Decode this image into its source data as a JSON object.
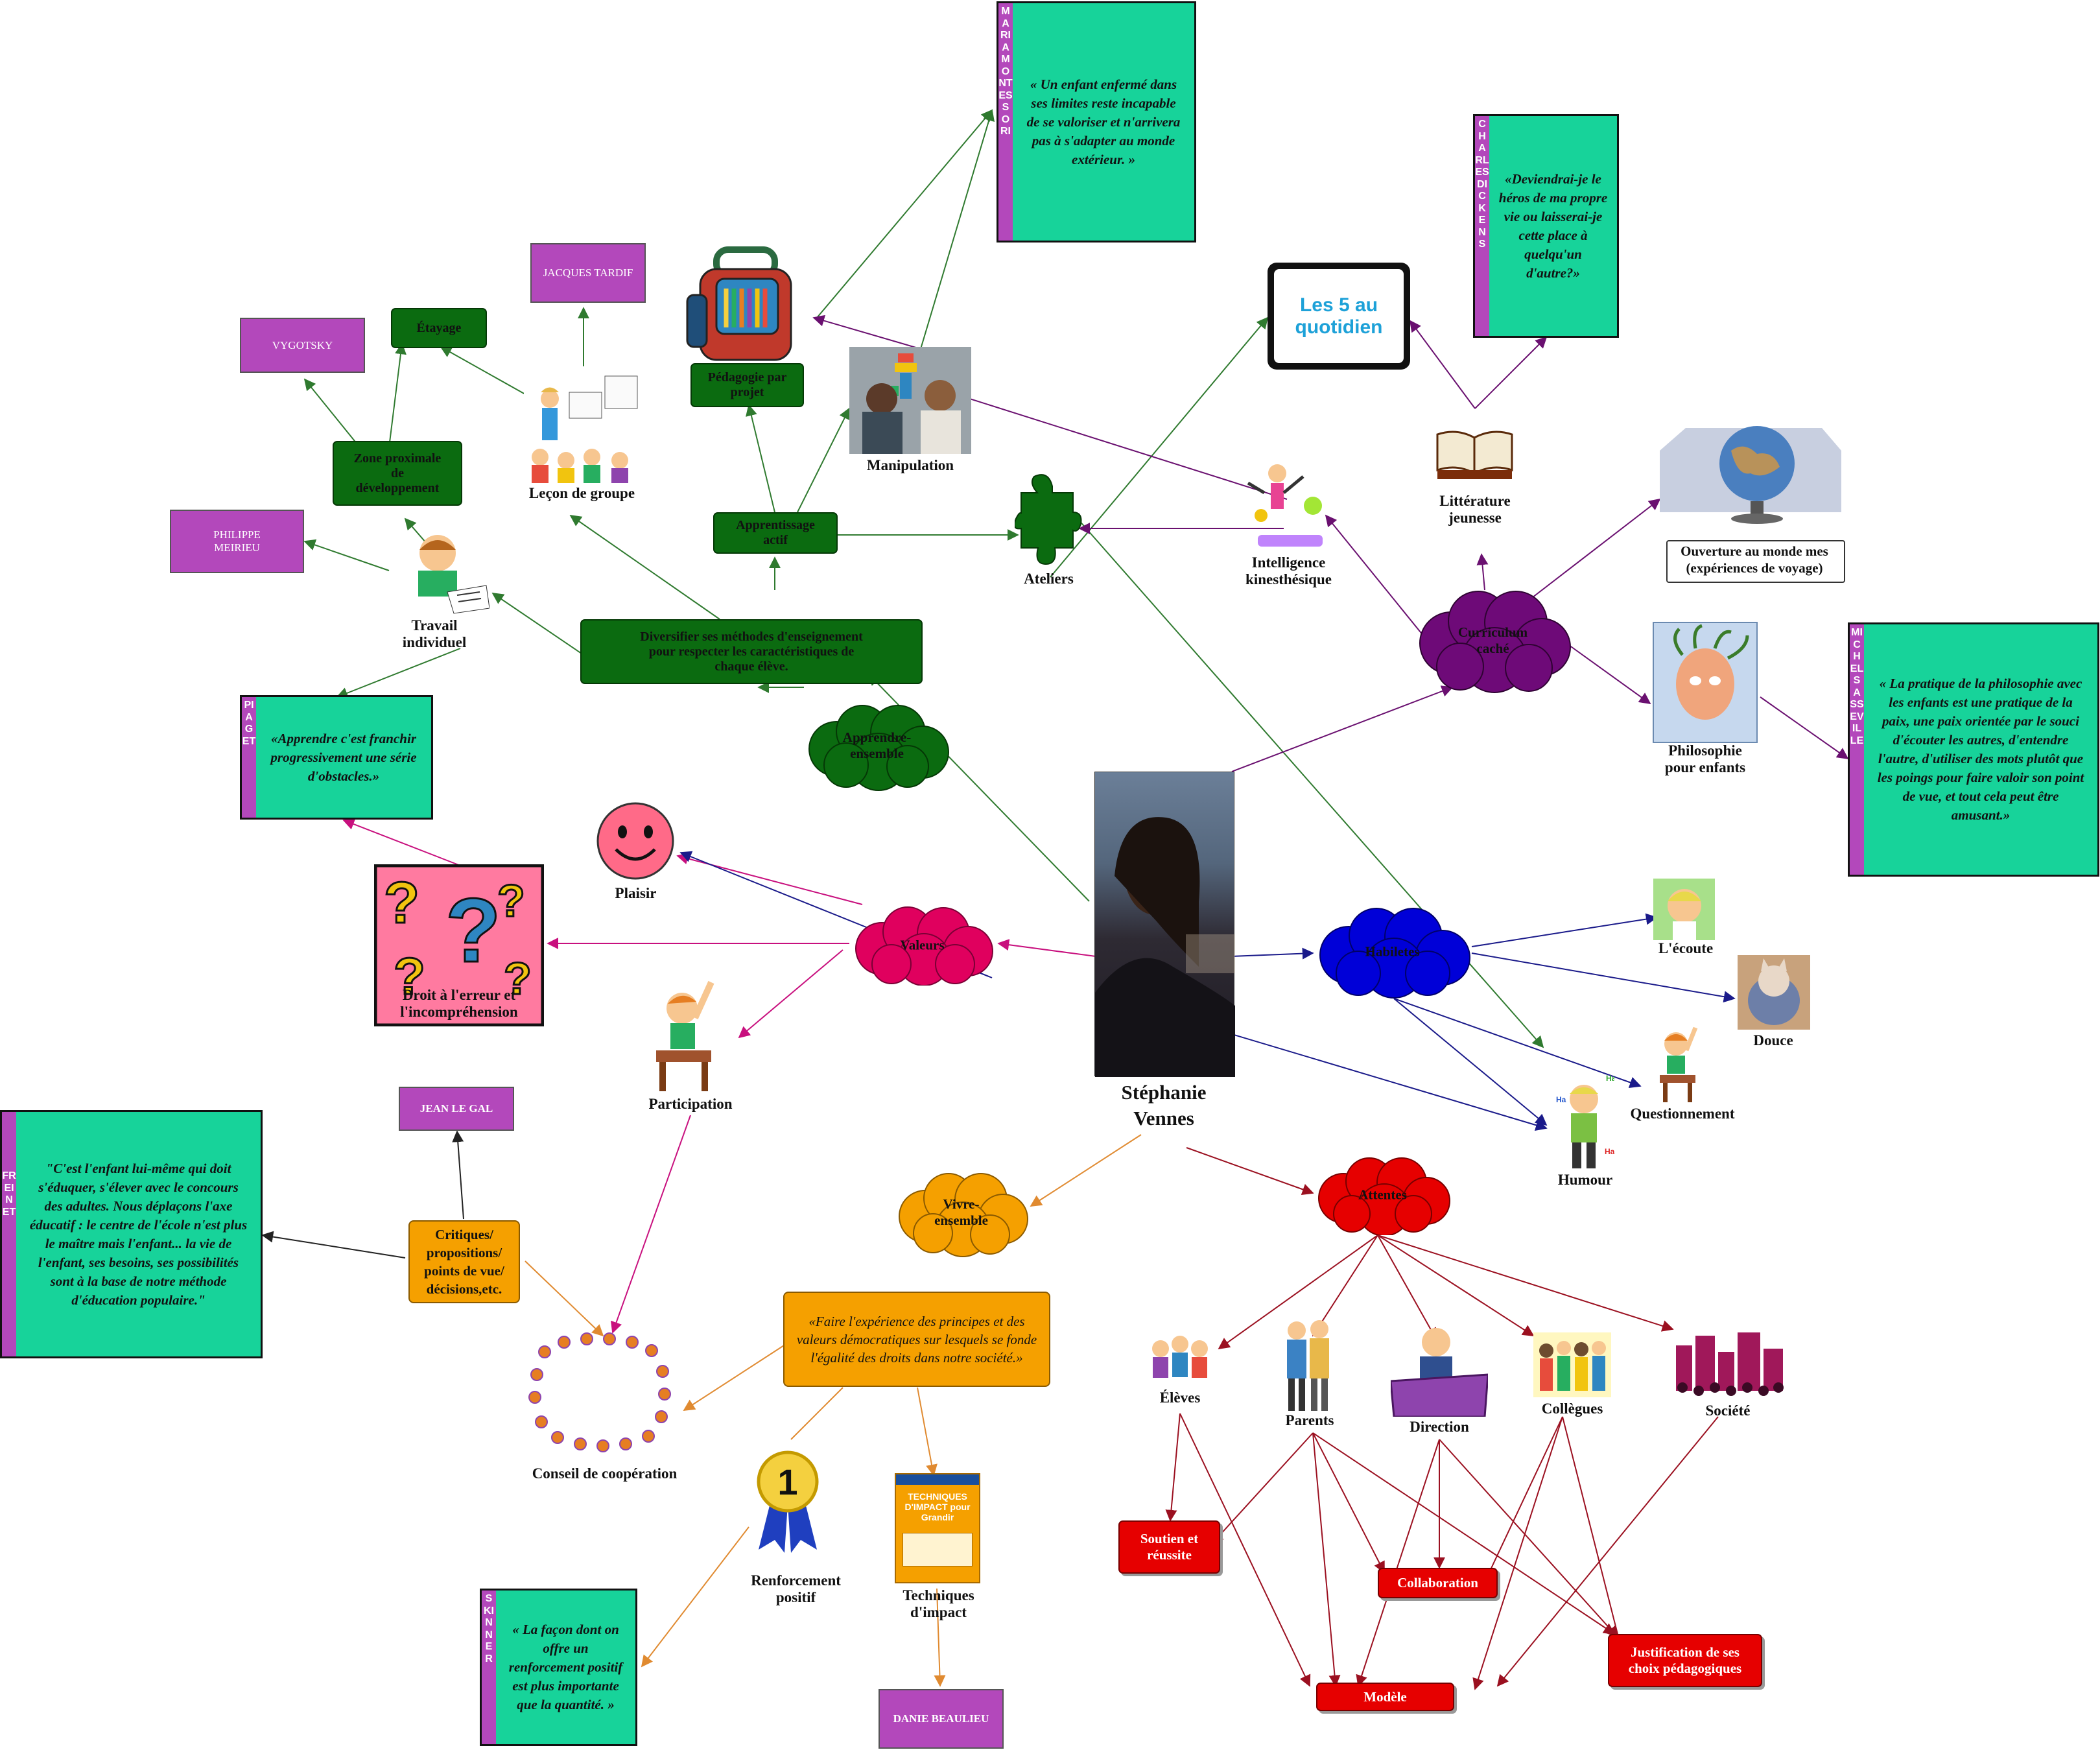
{
  "center": {
    "name": "Stéphanie\nVennes"
  },
  "clouds": {
    "apprendre": "Apprendre-\nensemble",
    "valeurs": "Valeurs",
    "habiletes": "Habiletes",
    "curriculum": "Curriculum\ncaché",
    "vivre": "Vivre-\nensemble",
    "attentes": "Attentes"
  },
  "green_boxes": {
    "etayage": "Étayage",
    "zone": "Zone proximale\nde\ndéveloppement",
    "pedagogie": "Pédagogie par\nprojet",
    "apprentissage": "Apprentissage\nactif",
    "diversifier": "Diversifier ses méthodes d'enseignement\npour respecter les caractéristiques de\nchaque élève."
  },
  "purple_boxes": {
    "vygotsky": "VYGOTSKY",
    "tardif": "JACQUES TARDIF",
    "meirieu": "PHILIPPE\nMEIRIEU",
    "legal": "JEAN LE GAL",
    "beaulieu": "DANIE BEAULIEU"
  },
  "quotes": {
    "montessori": {
      "author": "MARIA MONTESSORI",
      "text": "« Un enfant enfermé dans ses limites reste incapable de se valoriser et n'arrivera pas à s'adapter au monde extérieur. »"
    },
    "dickens": {
      "author": "CHARLES DICKENS",
      "text": "«Deviendrai-je le héros de ma propre vie ou laisserai-je cette place à quelqu'un d'autre?»"
    },
    "sasseville": {
      "author": "MICHEL SASSEVILLE",
      "text": "« La pratique de la philosophie avec les enfants est une pratique de la paix, une paix orientée par le souci d'écouter les autres, d'entendre l'autre, d'utiliser des mots plutôt que les poings pour faire valoir son point de vue, et tout cela peut être amusant.»"
    },
    "piaget": {
      "author": "PIAGET",
      "text": "«Apprendre c'est franchir progressivement une série d'obstacles.»"
    },
    "freinet": {
      "author": "FREINET",
      "text": "\"C'est l'enfant lui-même qui doit s'éduquer, s'élever avec le concours des adultes. Nous déplaçons l'axe éducatif : le centre de l'école n'est plus le maître mais l'enfant... la vie de l'enfant, ses besoins, ses possibilités sont à la base de notre méthode d'éducation populaire.\""
    },
    "skinner": {
      "author": "SKINNER",
      "text": "« La façon dont on offre un renforcement positif est plus importante que la quantité. »"
    }
  },
  "orange_boxes": {
    "critiques": "Critiques/\npropositions/\npoints de vue/\ndécisions,etc.",
    "faire": "«Faire l'expérience des principes et des valeurs démocratiques sur lesquels se fonde l'égalité des droits dans notre société.»"
  },
  "red_boxes": {
    "soutien": "Soutien et\nréussite",
    "collaboration": "Collaboration",
    "justification": "Justification de ses\nchoix pédagogiques",
    "modele": "Modèle"
  },
  "labels": {
    "manipulation": "Manipulation",
    "lecon": "Leçon de groupe",
    "travail": "Travail\nindividuel",
    "ateliers": "Ateliers",
    "intelligence": "Intelligence\nkinesthésique",
    "litterature": "Littérature\njeunesse",
    "ouverture": "Ouverture au monde mes\n(expériences de voyage)",
    "philosophie": "Philosophie\npour enfants",
    "plaisir": "Plaisir",
    "droit": "Droit à l'erreur et\nl'incompréhension",
    "participation": "Participation",
    "ecoute": "L'écoute",
    "douce": "Douce",
    "questionnement": "Questionnement",
    "humour": "Humour",
    "conseil": "Conseil de coopération",
    "renforcement": "Renforcement\npositif",
    "techniques": "Techniques\nd'impact",
    "eleves": "Élèves",
    "parents": "Parents",
    "direction": "Direction",
    "collegues": "Collègues",
    "societe": "Société"
  },
  "icon_text": {
    "quotidien": "Les 5 au quotidien",
    "book_title": "TECHNIQUES D'IMPACT pour Grandir",
    "ribbon": "1",
    "ha": "Ha"
  },
  "colors": {
    "green": "#0b6b10",
    "purple_box": "#b348bb",
    "quote_bg": "#17d39a",
    "orange": "#f5a000",
    "red": "#e60000",
    "cloud_purple": "#6e0a78",
    "cloud_pink": "#e0005e",
    "cloud_blue": "#0000d8"
  }
}
